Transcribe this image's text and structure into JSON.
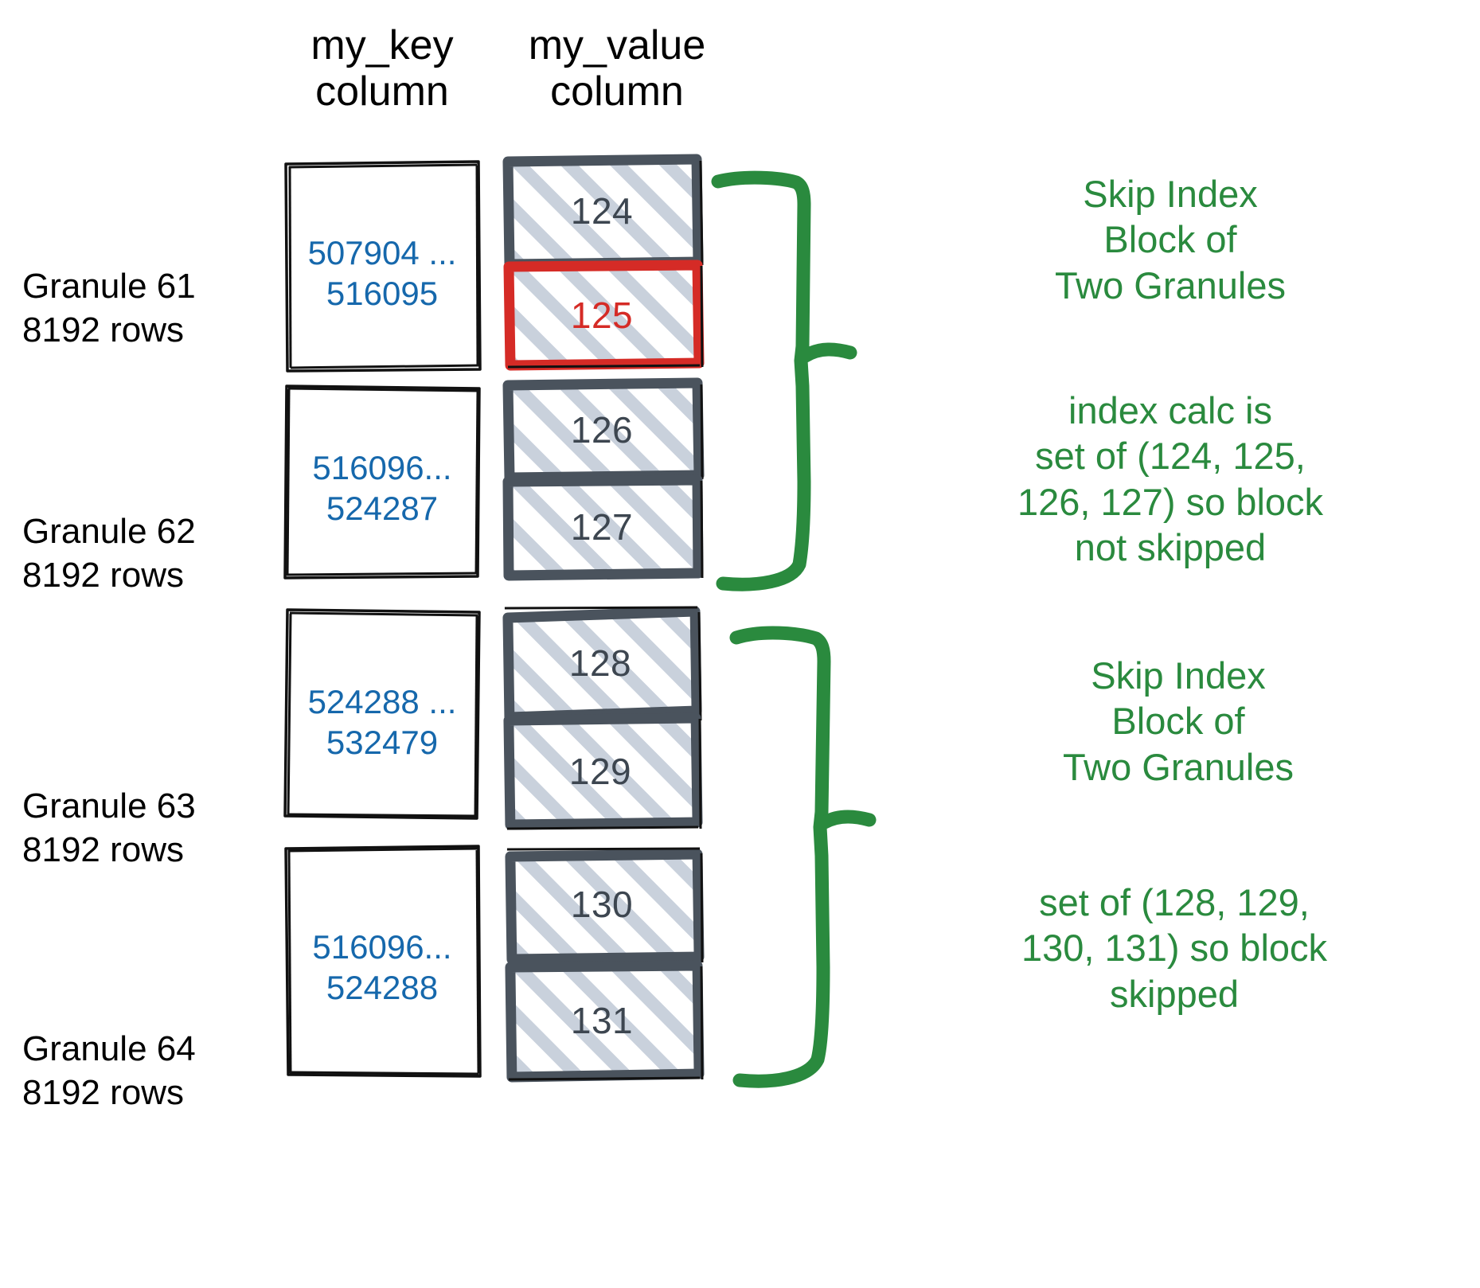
{
  "columns": {
    "key_header": "my_key\ncolumn",
    "value_header": "my_value\ncolumn"
  },
  "colors": {
    "key_text": "#1668ac",
    "value_text": "#3d4650",
    "highlight": "#d52b26",
    "annotation": "#2a8a3e",
    "box_outline": "#000000",
    "value_box_outline": "#4a535d",
    "hatch": "#c9d1dc"
  },
  "granules": [
    {
      "label": "Granule 61\n8192 rows",
      "key_range": "507904 ...\n516095",
      "values": [
        {
          "value": "124",
          "highlighted": false
        },
        {
          "value": "125",
          "highlighted": true
        }
      ]
    },
    {
      "label": "Granule 62\n8192 rows",
      "key_range": "516096...\n524287",
      "values": [
        {
          "value": "126",
          "highlighted": false
        },
        {
          "value": "127",
          "highlighted": false
        }
      ]
    },
    {
      "label": "Granule 63\n8192 rows",
      "key_range": "524288 ...\n532479",
      "values": [
        {
          "value": "128",
          "highlighted": false
        },
        {
          "value": "129",
          "highlighted": false
        }
      ]
    },
    {
      "label": "Granule 64\n8192 rows",
      "key_range": "516096...\n524288",
      "values": [
        {
          "value": "130",
          "highlighted": false
        },
        {
          "value": "131",
          "highlighted": false
        }
      ]
    }
  ],
  "annotations": [
    {
      "title": "Skip Index\nBlock of\nTwo Granules",
      "detail": "index calc is\nset of (124, 125,\n126, 127) so block\nnot skipped"
    },
    {
      "title": "Skip Index\nBlock of\nTwo Granules",
      "detail": "set of (128, 129,\n130, 131) so block\nskipped"
    }
  ]
}
